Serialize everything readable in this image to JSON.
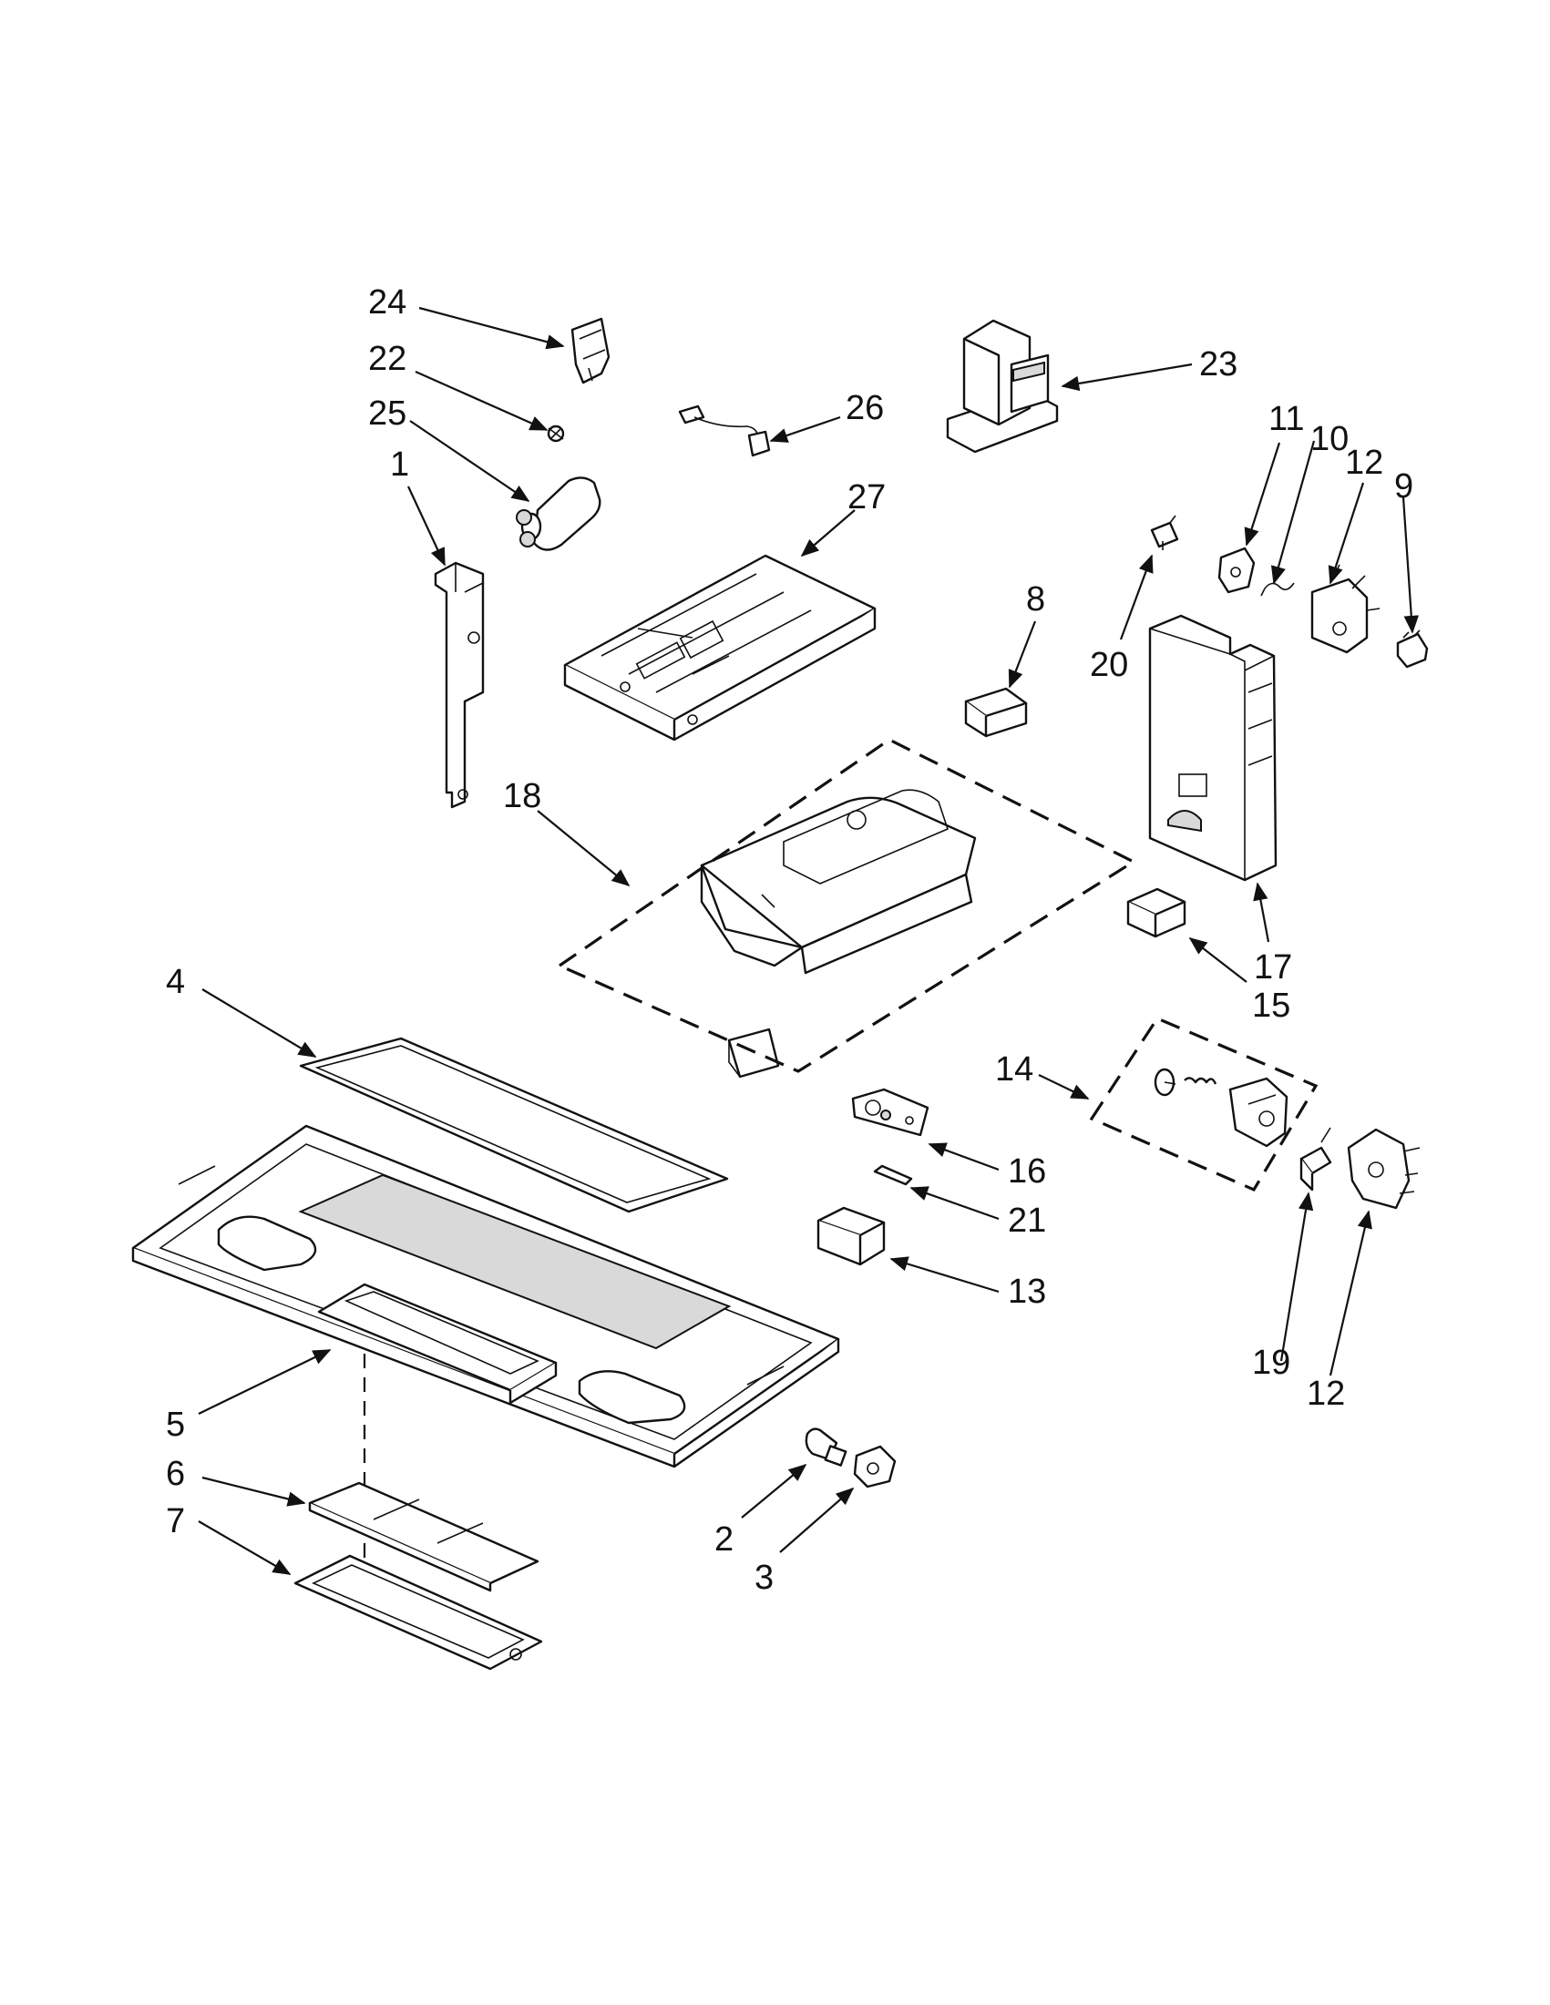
{
  "callouts": {
    "c1": "1",
    "c2": "2",
    "c3": "3",
    "c4": "4",
    "c5": "5",
    "c6": "6",
    "c7": "7",
    "c8": "8",
    "c9": "9",
    "c10": "10",
    "c11": "11",
    "c12a": "12",
    "c12b": "12",
    "c13": "13",
    "c14": "14",
    "c15": "15",
    "c16": "16",
    "c17": "17",
    "c18": "18",
    "c19": "19",
    "c20": "20",
    "c21": "21",
    "c22": "22",
    "c23": "23",
    "c24": "24",
    "c25": "25",
    "c26": "26",
    "c27": "27"
  }
}
